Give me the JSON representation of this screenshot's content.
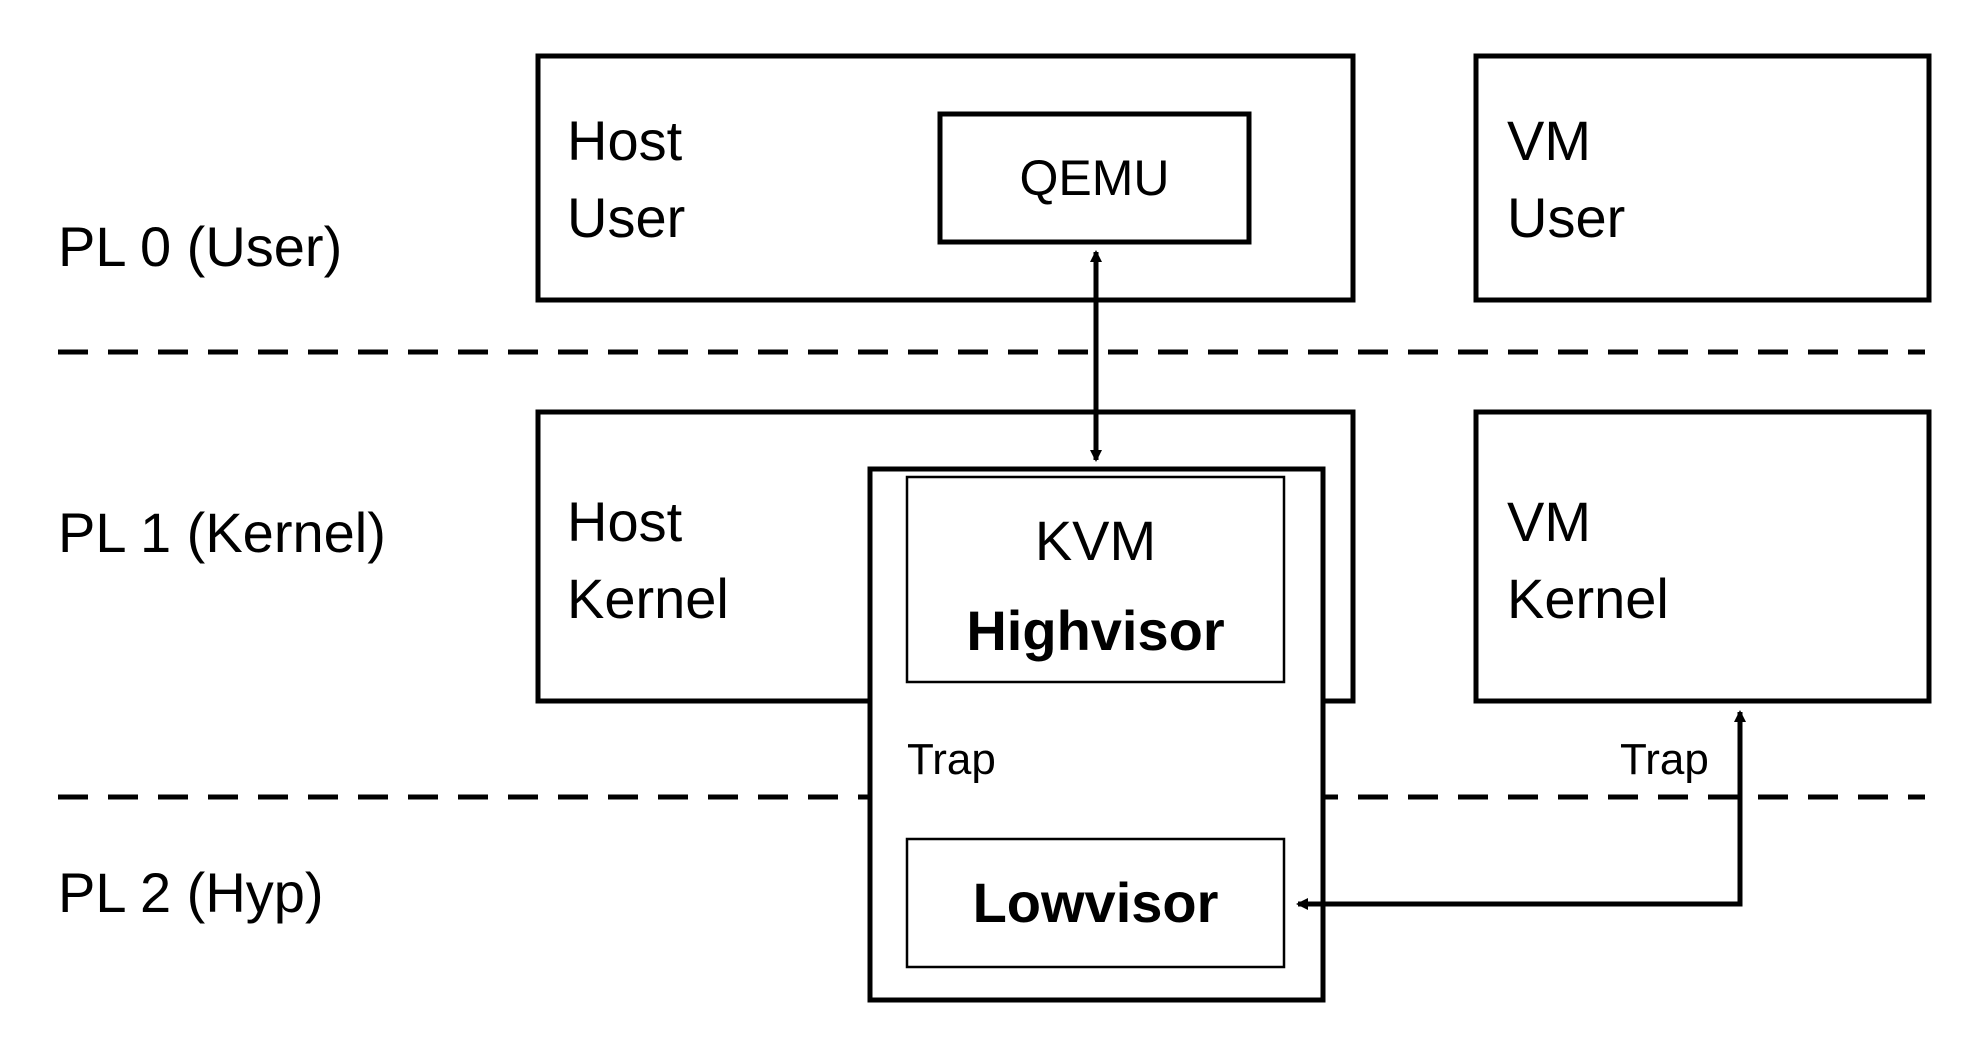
{
  "levels": {
    "pl0": "PL 0 (User)",
    "pl1": "PL 1 (Kernel)",
    "pl2": "PL 2 (Hyp)"
  },
  "host_user": {
    "line1": "Host",
    "line2": "User",
    "qemu": "QEMU"
  },
  "vm_user": {
    "line1": "VM",
    "line2": "User"
  },
  "host_kernel": {
    "line1": "Host",
    "line2": "Kernel"
  },
  "kvm": {
    "title": "KVM",
    "highvisor": "Highvisor",
    "trap": "Trap",
    "lowvisor": "Lowvisor"
  },
  "vm_kernel": {
    "line1": "VM",
    "line2": "Kernel",
    "trap": "Trap"
  }
}
